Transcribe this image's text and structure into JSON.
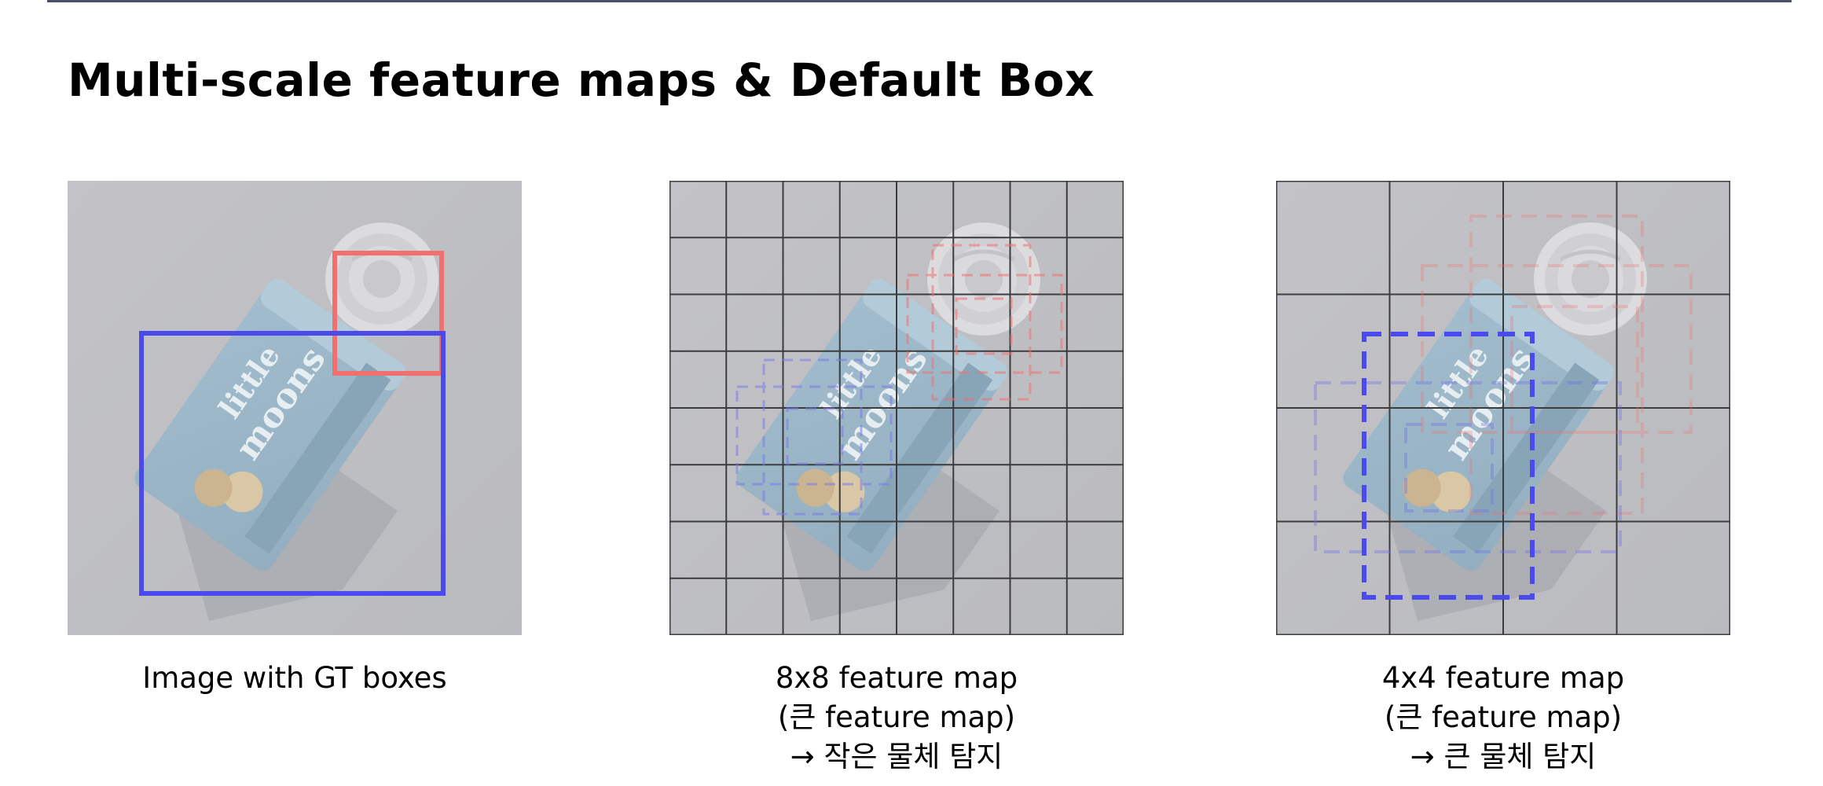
{
  "slide": {
    "title": "Multi-scale feature maps & Default Box"
  },
  "panels": [
    {
      "id": "image",
      "caption_lines": [
        "Image with GT boxes"
      ]
    },
    {
      "id": "fm8",
      "grid": "8x8",
      "caption_lines": [
        "8x8 feature map",
        "(큰 feature map)",
        "→ 작은 물체 탐지"
      ]
    },
    {
      "id": "fm4",
      "grid": "4x4",
      "caption_lines": [
        "4x4 feature map",
        "(큰 feature map)",
        "→ 큰 물체 탐지"
      ]
    }
  ],
  "product": {
    "brand_line1": "little",
    "brand_line2": "moons"
  },
  "colors": {
    "gt_small_object_box": "#f07070",
    "gt_large_object_box": "#4a4aee",
    "grid_line": "#3c3c3c",
    "photo_background": "#bfbfc3",
    "title_rule": "#4a4f63"
  }
}
